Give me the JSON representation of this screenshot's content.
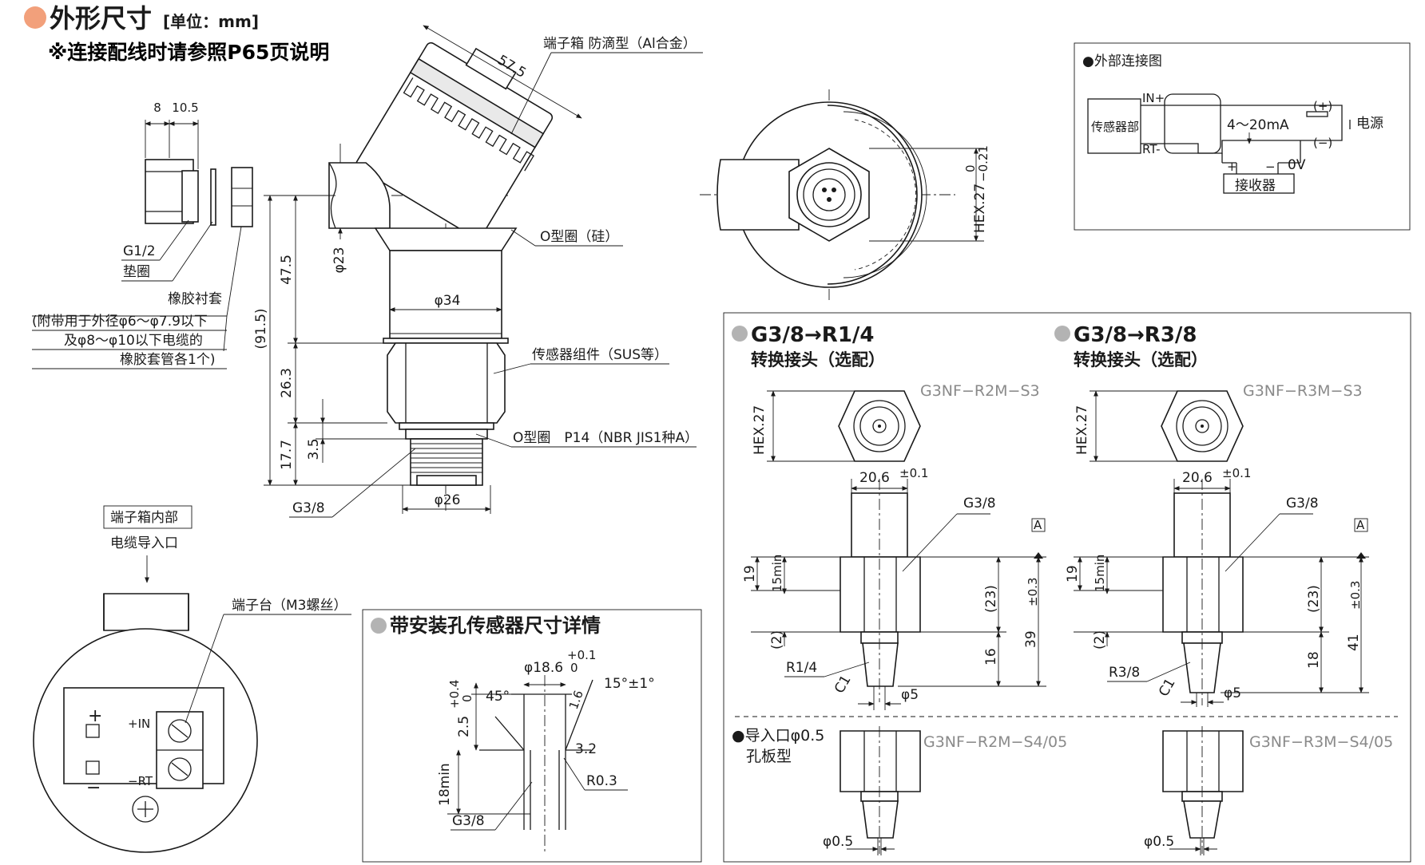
{
  "header": {
    "title": "外形尺寸",
    "unit": "[单位：mm]",
    "note": "※连接配线时请参照P65页说明"
  },
  "colors": {
    "title_bullet": "#f2a07b",
    "section_bullet": "#b3b3b3",
    "model_text": "#8a8a8a"
  },
  "main_view": {
    "dims": {
      "d8": "8",
      "d10_5": "10.5",
      "d57_5": "57.5",
      "d47_5": "47.5",
      "d26_3": "26.3",
      "d17_7": "17.7",
      "d3_5": "3.5",
      "d91_5": "(91.5)",
      "phi23": "φ23",
      "phi34": "φ34",
      "phi26": "φ26"
    },
    "labels": {
      "terminal_box": "端子箱 防滴型（Al合金）",
      "oring_silicone": "O型圈（硅）",
      "sensor_assembly": "传感器组件（SUS等）",
      "oring_p14": "O型圈　P14（NBR JIS1种A）",
      "g3_8": "G3/8",
      "g1_2": "G1/2",
      "gasket": "垫圈",
      "rubber_bush": "橡胶衬套",
      "rubber_note_1": "(附带用于外径φ6～φ7.9以下",
      "rubber_note_2": "及φ8～φ10以下电缆的",
      "rubber_note_3": "橡胶套管各1个)"
    }
  },
  "top_view": {
    "hex_label": "HEX.27",
    "tol_top": "0",
    "tol_bottom": "−0.21"
  },
  "terminal_inside": {
    "box_label": "端子箱内部",
    "cable_entry": "电缆导入口",
    "terminal_block": "端子台（M3螺丝）",
    "plus": "+",
    "minus": "−",
    "in": "+IN",
    "rt": "−RT"
  },
  "external_connection": {
    "title": "●外部连接图",
    "sensor": "传感器部",
    "in_plus": "IN+",
    "rt_minus": "RT-",
    "current": "4～20mA",
    "plus": "(+)",
    "minus": "(−)",
    "power": "电源",
    "zero_v": "0V",
    "receiver": "接收器",
    "rp": "+",
    "rm": "−"
  },
  "mount_hole": {
    "title": "带安装孔传感器尺寸详情",
    "phi": "φ18.6",
    "tol_plus": "+0.1",
    "tol_zero": "0",
    "angle45": "45°",
    "angle15": "15°±1°",
    "d2_5": "2.5",
    "d2_5_tol_plus": "+0.4",
    "d2_5_tol_zero": "0",
    "d1_6": "1.6",
    "d3_2": "3.2",
    "d18min": "18min",
    "r0_3": "R0.3",
    "g3_8": "G3/8"
  },
  "adapters": {
    "left": {
      "title": "G3/8→R1/4",
      "subtitle": "转换接头（选配）",
      "model": "G3NF−R2M−S3",
      "hex": "HEX.27",
      "width": "20.6",
      "width_tol": "±0.1",
      "g": "G3/8",
      "a": "A",
      "d19": "19",
      "d15min": "15min",
      "d23": "(23)",
      "d16": "16",
      "d39": "39",
      "d39_tol": "±0.3",
      "d2": "(2)",
      "thread": "R1/4",
      "chamfer": "C1",
      "phi5": "φ5"
    },
    "right": {
      "title": "G3/8→R3/8",
      "subtitle": "转换接头（选配）",
      "model": "G3NF−R3M−S3",
      "hex": "HEX.27",
      "width": "20.6",
      "width_tol": "±0.1",
      "g": "G3/8",
      "a": "A",
      "d19": "19",
      "d15min": "15min",
      "d23": "(23)",
      "d18": "18",
      "d41": "41",
      "d41_tol": "±0.3",
      "d2": "(2)",
      "thread": "R3/8",
      "chamfer": "C1",
      "phi5": "φ5"
    },
    "orifice": {
      "label1": "●导入口φ0.5",
      "label2": "孔板型",
      "model_left": "G3NF−R2M−S4/05",
      "model_right": "G3NF−R3M−S4/05",
      "phi_left": "φ0.5",
      "phi_right": "φ0.5"
    }
  }
}
